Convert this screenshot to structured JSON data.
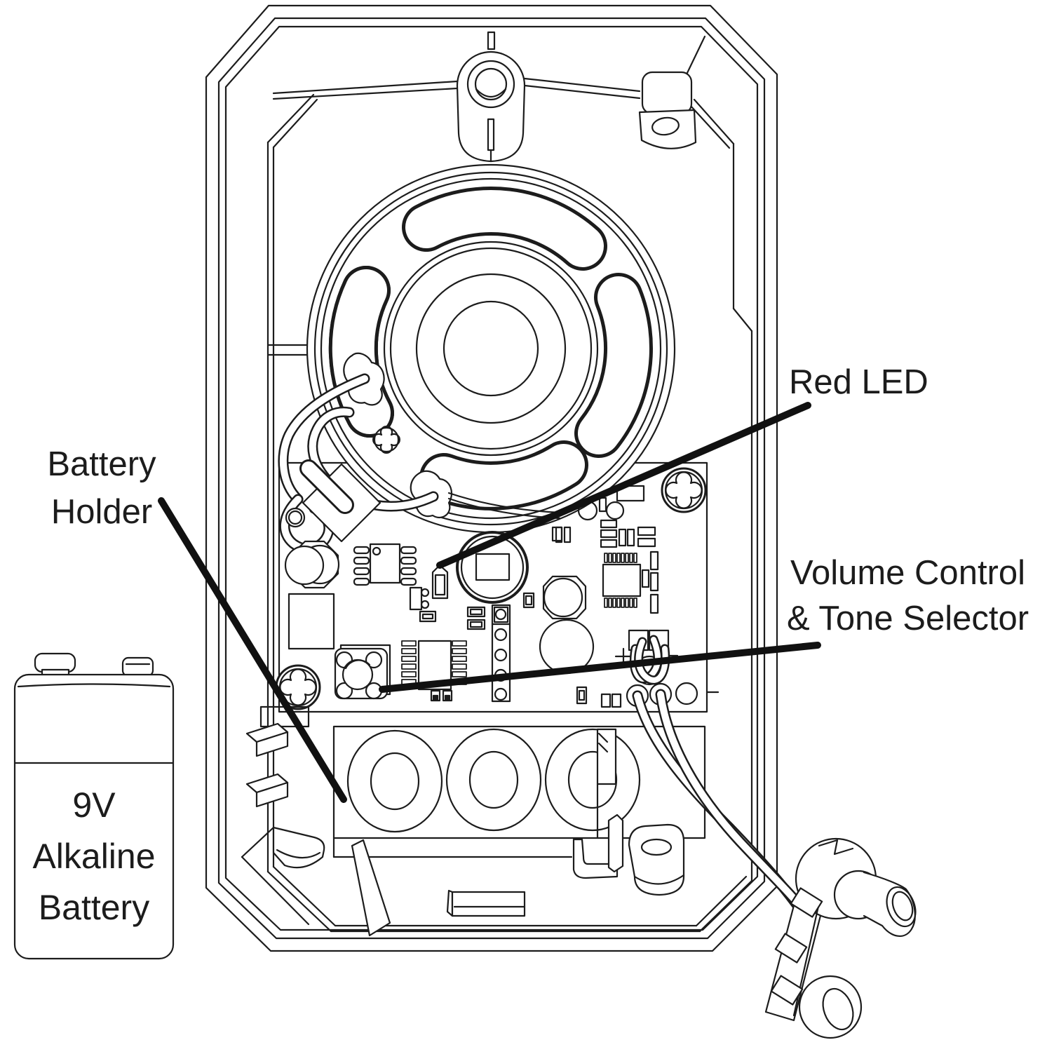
{
  "diagram": {
    "type": "exploded-technical-line-drawing",
    "subject": "doorbell chime internals",
    "labels": {
      "battery_holder_line1": "Battery",
      "battery_holder_line2": "Holder",
      "red_led": "Red LED",
      "volume_line1": "Volume Control",
      "volume_line2": "& Tone Selector"
    },
    "battery": {
      "line1": "9V",
      "line2": "Alkaline",
      "line3": "Battery"
    },
    "colors": {
      "ink": "#1c1c1c",
      "leader": "#111111",
      "background": "#ffffff"
    }
  }
}
